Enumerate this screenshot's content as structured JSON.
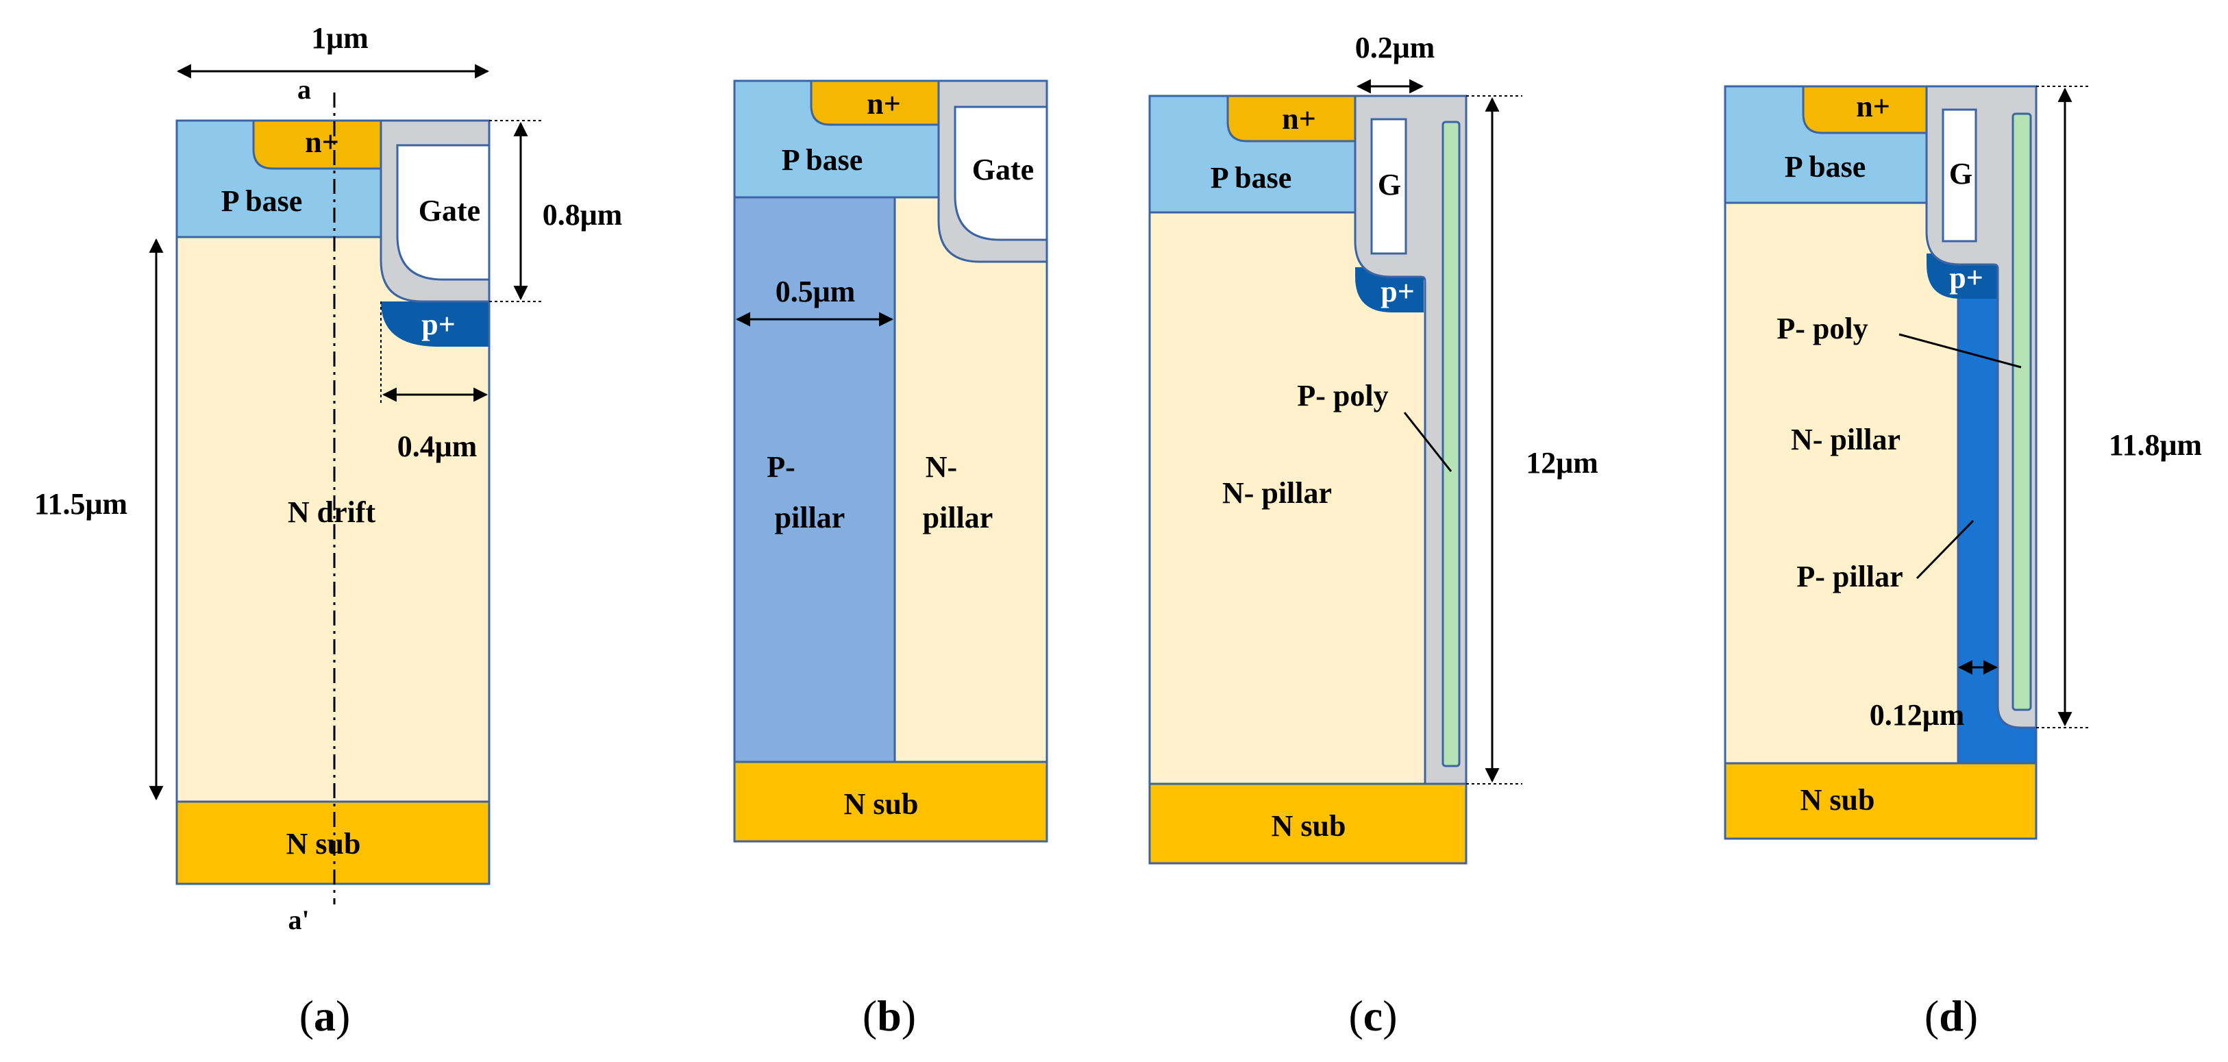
{
  "colors": {
    "p_base": "#8ec9ec",
    "n_plus": "#f5b800",
    "n_drift": "#fff1cc",
    "n_sub": "#ffc000",
    "p_plus": "#0b5ca8",
    "p_pillar_b": "#84aee0",
    "p_pillar_d": "#1a74d2",
    "oxide": "#cfd0d3",
    "p_poly": "#b4e2b4",
    "outline": "#3b64a4",
    "gate": "#ffffff"
  },
  "panel_a": {
    "dim_width": "1μm",
    "cut_top": "a",
    "n_plus": "n+",
    "p_base": "P base",
    "gate": "Gate",
    "dim_gate_depth": "0.8μm",
    "p_plus": "p+",
    "dim_pplus": "0.4μm",
    "dim_drift": "11.5μm",
    "n_drift": "N drift",
    "n_sub": "N sub",
    "cut_bottom": "a'",
    "caption_open": "(",
    "caption_letter": "a",
    "caption_close": ")"
  },
  "panel_b": {
    "n_plus": "n+",
    "p_base": "P base",
    "gate": "Gate",
    "dim_pillar": "0.5μm",
    "p_pillar_1": "P-",
    "p_pillar_2": "pillar",
    "n_pillar_1": "N-",
    "n_pillar_2": "pillar",
    "n_sub": "N sub",
    "caption_open": "(",
    "caption_letter": "b",
    "caption_close": ")"
  },
  "panel_c": {
    "dim_trench": "0.2μm",
    "n_plus": "n+",
    "p_base": "P base",
    "gate": "G",
    "p_plus": "p+",
    "p_poly": "P- poly",
    "dim_depth": "12μm",
    "n_pillar": "N- pillar",
    "n_sub": "N sub",
    "caption_open": "(",
    "caption_letter": "c",
    "caption_close": ")"
  },
  "panel_d": {
    "n_plus": "n+",
    "p_base": "P base",
    "gate": "G",
    "p_plus": "p+",
    "p_poly": "P- poly",
    "dim_depth": "11.8μm",
    "n_pillar": "N- pillar",
    "p_pillar": "P- pillar",
    "dim_pillar": "0.12μm",
    "n_sub": "N sub",
    "caption_open": "(",
    "caption_letter": "d",
    "caption_close": ")"
  }
}
